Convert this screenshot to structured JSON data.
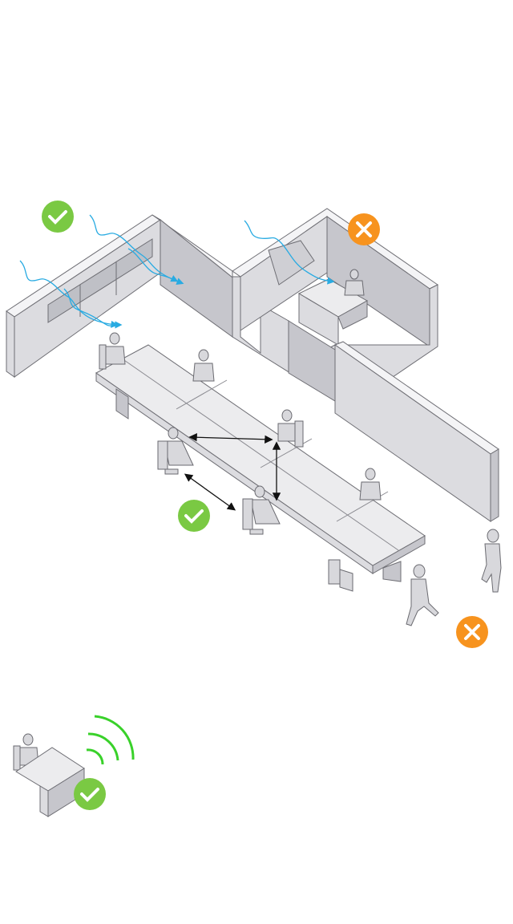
{
  "badges": [
    {
      "type": "check",
      "icon": "check-icon",
      "color": "#7ac943"
    },
    {
      "type": "cross",
      "icon": "x-icon",
      "color": "#f7931e"
    },
    {
      "type": "check",
      "icon": "check-icon",
      "color": "#7ac943"
    },
    {
      "type": "cross",
      "icon": "x-icon",
      "color": "#f7931e"
    },
    {
      "type": "check",
      "icon": "check-icon",
      "color": "#7ac943"
    }
  ],
  "colors": {
    "airflow": "#29abe2",
    "wifi": "#39d12a",
    "ok": "#7ac943",
    "bad": "#f7931e"
  }
}
